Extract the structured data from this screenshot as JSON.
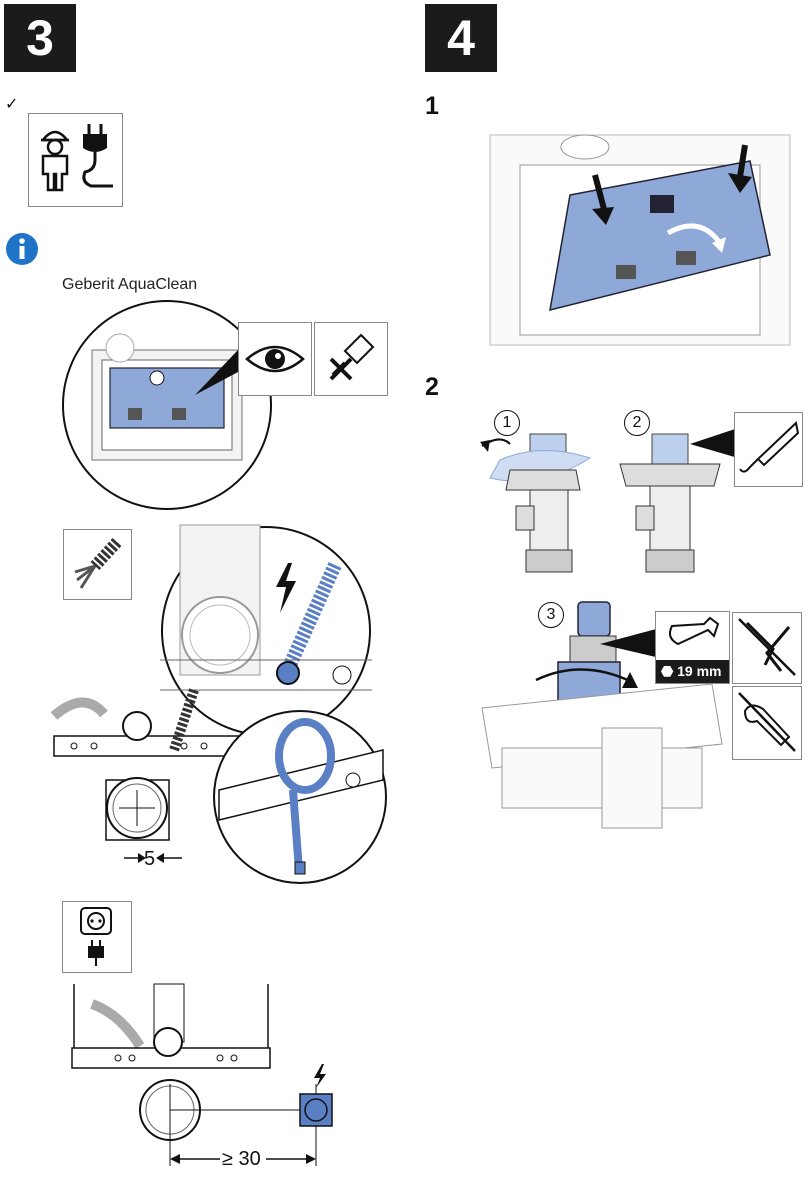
{
  "step_left": {
    "number": "3"
  },
  "step_right": {
    "number": "4"
  },
  "checkmark": "✓",
  "info_caption": "Geberit AquaClean",
  "sub_steps": {
    "one": "1",
    "two": "2"
  },
  "circle_labels": {
    "a": "1",
    "b": "2",
    "c": "3"
  },
  "wrench_size": "19 mm",
  "dimension_5": "5",
  "dimension_30": "≥ 30",
  "colors": {
    "accent_blue": "#5b7fc4",
    "info_blue": "#1f74c8",
    "dark": "#1b1b1b"
  },
  "icons": [
    "worker-icon",
    "power-plug-icon",
    "info-icon",
    "eye-icon",
    "no-screwdriver-icon",
    "cable-icon",
    "lightning-icon",
    "socket-plug-icon",
    "wrench-icon",
    "no-pliers-icon",
    "no-adjustable-wrench-icon"
  ]
}
